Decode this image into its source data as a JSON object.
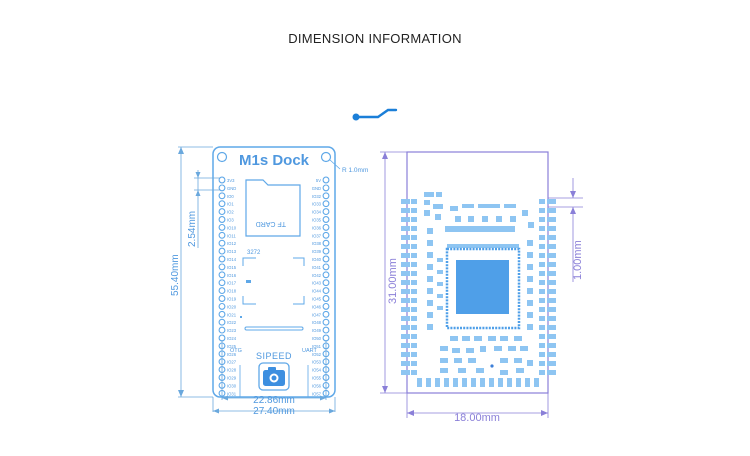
{
  "title": "DIMENSION INFORMATION",
  "board": {
    "name": "M1s Dock",
    "corner_radius_label": "R 1.0mm",
    "tf_card_label": "TF CARD",
    "chip_label": "3272",
    "brand": "SIPEED",
    "otg_label": "OTG",
    "uart_label": "UART",
    "pin_pitch": "2.54mm",
    "height": "55.40mm",
    "inner_width": "22.86mm",
    "outer_width": "27.40mm",
    "left_pins": [
      "3V3",
      "GND",
      "IO0",
      "IO1",
      "IO2",
      "IO3",
      "IO10",
      "IO11",
      "IO12",
      "IO13",
      "IO14",
      "IO15",
      "IO16",
      "IO17",
      "IO18",
      "IO19",
      "IO20",
      "IO21",
      "IO22",
      "IO23",
      "IO24",
      "IO25",
      "IO26",
      "IO27",
      "IO28",
      "IO29",
      "IO30",
      "IO31"
    ],
    "right_pins": [
      "5V",
      "GND",
      "IO32",
      "IO33",
      "IO34",
      "IO35",
      "IO36",
      "IO37",
      "IO38",
      "IO39",
      "IO40",
      "IO41",
      "IO42",
      "IO43",
      "IO44",
      "IO45",
      "IO46",
      "IO47",
      "IO48",
      "IO49",
      "IO50",
      "IO51",
      "IO52",
      "IO53",
      "IO54",
      "IO55",
      "IO56",
      "IO57"
    ]
  },
  "module": {
    "height": "31.00mm",
    "width": "18.00mm",
    "pad_pitch": "1.00mm"
  },
  "colors": {
    "board_line": "#5fa8e8",
    "dim_line": "#6aa8dd",
    "module_line": "#8a7fd8",
    "pad": "#8ec5f2",
    "chip": "#4f9fe8"
  }
}
